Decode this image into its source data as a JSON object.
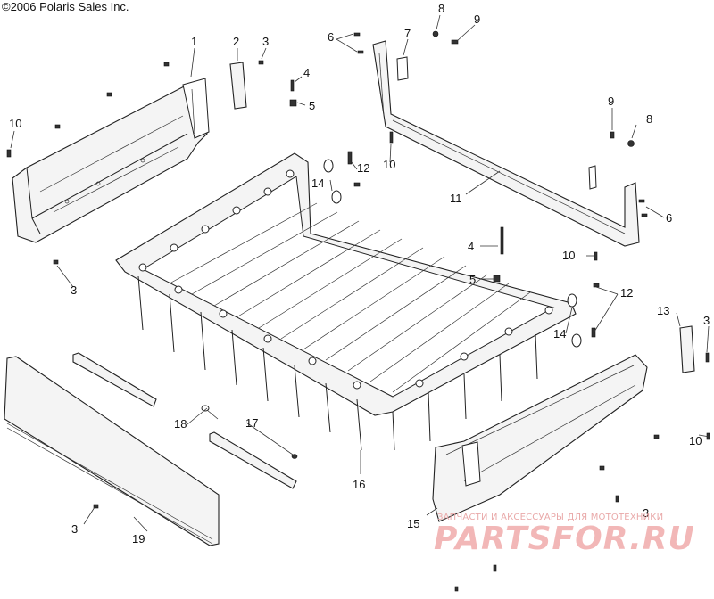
{
  "diagram": {
    "copyright": "©2006 Polaris Sales Inc.",
    "watermark_small": "ЗАПЧАСТИ И АКСЕССУАРЫ ДЛЯ МОТОТЕХНИКИ",
    "watermark_large": "PARTSFOR.RU",
    "callouts": [
      {
        "id": "c1",
        "label": "1"
      },
      {
        "id": "c2",
        "label": "2"
      },
      {
        "id": "c3a",
        "label": "3"
      },
      {
        "id": "c4a",
        "label": "4"
      },
      {
        "id": "c5a",
        "label": "5"
      },
      {
        "id": "c6a",
        "label": "6"
      },
      {
        "id": "c7",
        "label": "7"
      },
      {
        "id": "c8a",
        "label": "8"
      },
      {
        "id": "c9a",
        "label": "9"
      },
      {
        "id": "c10a",
        "label": "10"
      },
      {
        "id": "c3b",
        "label": "3"
      },
      {
        "id": "c14a",
        "label": "14"
      },
      {
        "id": "c12a",
        "label": "12"
      },
      {
        "id": "c10b",
        "label": "10"
      },
      {
        "id": "c11",
        "label": "11"
      },
      {
        "id": "c9b",
        "label": "9"
      },
      {
        "id": "c8b",
        "label": "8"
      },
      {
        "id": "c6b",
        "label": "6"
      },
      {
        "id": "c4b",
        "label": "4"
      },
      {
        "id": "c10c",
        "label": "10"
      },
      {
        "id": "c5b",
        "label": "5"
      },
      {
        "id": "c12b",
        "label": "12"
      },
      {
        "id": "c14b",
        "label": "14"
      },
      {
        "id": "c13",
        "label": "13"
      },
      {
        "id": "c3c",
        "label": "3"
      },
      {
        "id": "c10d",
        "label": "10"
      },
      {
        "id": "c18",
        "label": "18"
      },
      {
        "id": "c17",
        "label": "17"
      },
      {
        "id": "c16",
        "label": "16"
      },
      {
        "id": "c15",
        "label": "15"
      },
      {
        "id": "c3d",
        "label": "3"
      },
      {
        "id": "c3e",
        "label": "3"
      },
      {
        "id": "c19",
        "label": "19"
      }
    ]
  }
}
